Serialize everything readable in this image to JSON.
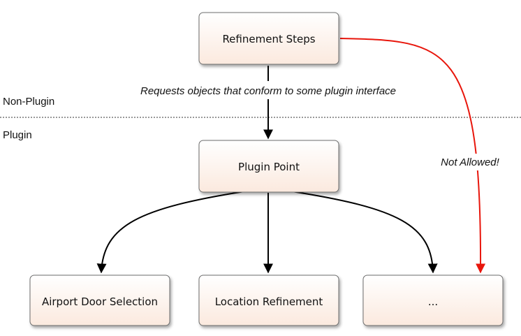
{
  "regions": {
    "upper_label": "Non-Plugin",
    "lower_label": "Plugin"
  },
  "nodes": {
    "refinement_steps": "Refinement Steps",
    "plugin_point": "Plugin Point",
    "airport_door_selection": "Airport Door Selection",
    "location_refinement": "Location Refinement",
    "ellipsis": "..."
  },
  "edges": {
    "request_label": "Requests objects that conform to some plugin interface",
    "not_allowed_label": "Not Allowed!"
  },
  "colors": {
    "box_fill_top": "#ffffff",
    "box_fill_bottom": "#fbe9de",
    "box_stroke": "#6e6e6e",
    "arrow": "#000000",
    "forbidden_arrow": "#e8160c"
  }
}
